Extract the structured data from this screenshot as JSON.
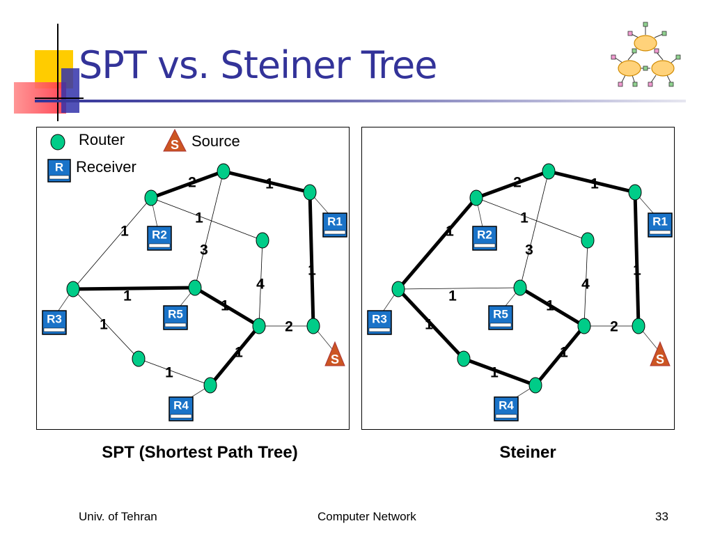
{
  "slide": {
    "title": "SPT vs. Steiner Tree",
    "logo_icon": "network-clouds-icon",
    "page_number": "33"
  },
  "legend": {
    "router_label": "Router",
    "receiver_label": "Receiver",
    "receiver_icon_letter": "R",
    "source_label": "Source",
    "source_icon_letter": "S"
  },
  "diagrams": [
    {
      "caption": "SPT (Shortest Path Tree)",
      "receivers": [
        "R1",
        "R2",
        "R3",
        "R4",
        "R5"
      ],
      "source_letter": "S",
      "edges": [
        {
          "from": "A",
          "to": "B",
          "weight": "2",
          "in_tree": true
        },
        {
          "from": "B",
          "to": "C",
          "weight": "1",
          "in_tree": true
        },
        {
          "from": "C",
          "to": "S",
          "weight": "1",
          "in_tree": true
        },
        {
          "from": "A",
          "to": "E",
          "weight": "1",
          "in_tree": false
        },
        {
          "from": "A",
          "to": "D",
          "weight": "1",
          "in_tree": false
        },
        {
          "from": "B",
          "to": "F",
          "weight": "3",
          "in_tree": false
        },
        {
          "from": "D",
          "to": "G",
          "weight": "4",
          "in_tree": false
        },
        {
          "from": "E",
          "to": "F",
          "weight": "1",
          "in_tree": true
        },
        {
          "from": "F",
          "to": "G",
          "weight": "1",
          "in_tree": true
        },
        {
          "from": "G",
          "to": "S",
          "weight": "2",
          "in_tree": false
        },
        {
          "from": "E",
          "to": "H",
          "weight": "1",
          "in_tree": false
        },
        {
          "from": "H",
          "to": "I",
          "weight": "1",
          "in_tree": false
        },
        {
          "from": "G",
          "to": "I",
          "weight": "1",
          "in_tree": true
        }
      ]
    },
    {
      "caption": "Steiner",
      "receivers": [
        "R1",
        "R2",
        "R3",
        "R4",
        "R5"
      ],
      "source_letter": "S",
      "edges": [
        {
          "from": "A",
          "to": "B",
          "weight": "2",
          "in_tree": true
        },
        {
          "from": "B",
          "to": "C",
          "weight": "1",
          "in_tree": true
        },
        {
          "from": "C",
          "to": "S",
          "weight": "1",
          "in_tree": true
        },
        {
          "from": "A",
          "to": "E",
          "weight": "1",
          "in_tree": true
        },
        {
          "from": "A",
          "to": "D",
          "weight": "1",
          "in_tree": false
        },
        {
          "from": "B",
          "to": "F",
          "weight": "3",
          "in_tree": false
        },
        {
          "from": "D",
          "to": "G",
          "weight": "4",
          "in_tree": false
        },
        {
          "from": "E",
          "to": "F",
          "weight": "1",
          "in_tree": false
        },
        {
          "from": "F",
          "to": "G",
          "weight": "1",
          "in_tree": true
        },
        {
          "from": "G",
          "to": "S",
          "weight": "2",
          "in_tree": false
        },
        {
          "from": "E",
          "to": "H",
          "weight": "1",
          "in_tree": true
        },
        {
          "from": "H",
          "to": "I",
          "weight": "1",
          "in_tree": true
        },
        {
          "from": "G",
          "to": "I",
          "weight": "1",
          "in_tree": true
        }
      ]
    }
  ],
  "footer": {
    "left": "Univ. of Tehran",
    "center": "Computer Network"
  },
  "colors": {
    "title": "#333399",
    "router_fill": "#00cc88",
    "receiver_fill": "#1a73c8",
    "source_fill": "#cc5522",
    "deco_yellow": "#ffcc00",
    "deco_blue": "#3333aa",
    "deco_red": "#ff3344"
  }
}
